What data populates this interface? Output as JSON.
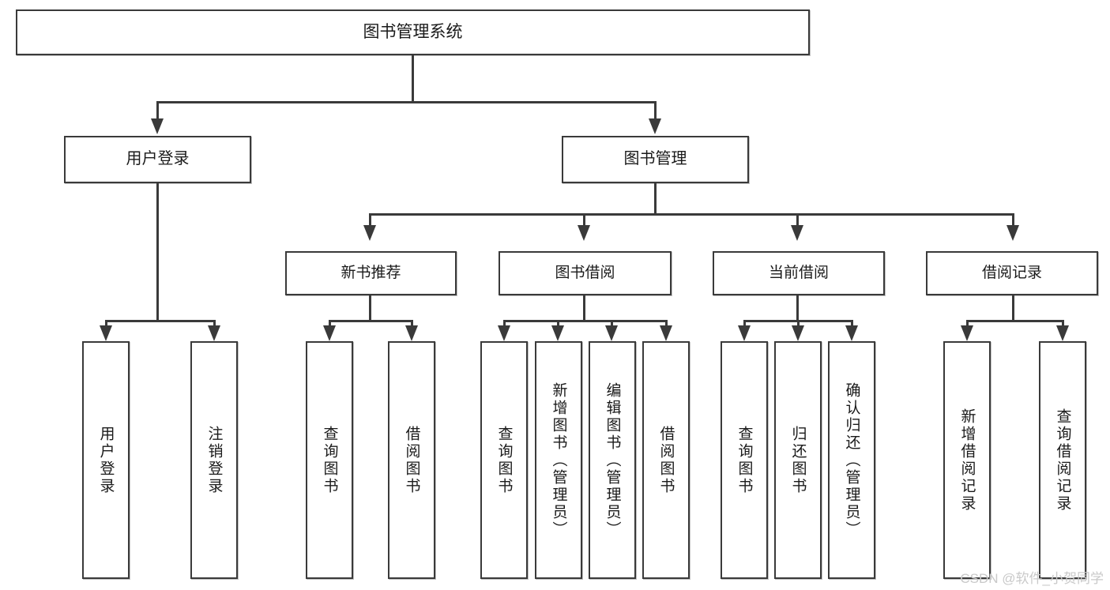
{
  "diagram": {
    "title": "图书管理系统",
    "type": "hierarchy-tree",
    "root": {
      "label": "图书管理系统"
    },
    "level1": [
      {
        "label": "用户登录"
      },
      {
        "label": "图书管理"
      }
    ],
    "level2": [
      {
        "label": "新书推荐"
      },
      {
        "label": "图书借阅"
      },
      {
        "label": "当前借阅"
      },
      {
        "label": "借阅记录"
      }
    ],
    "leaves": {
      "user_login": [
        {
          "label": "用户登录"
        },
        {
          "label": "注销登录"
        }
      ],
      "new_book_recommend": [
        {
          "label": "查询图书"
        },
        {
          "label": "借阅图书"
        }
      ],
      "book_borrow": [
        {
          "label": "查询图书"
        },
        {
          "label": "新增图书（管理员）"
        },
        {
          "label": "编辑图书（管理员）"
        },
        {
          "label": "借阅图书"
        }
      ],
      "current_borrow": [
        {
          "label": "查询图书"
        },
        {
          "label": "归还图书"
        },
        {
          "label": "确认归还（管理员）"
        }
      ],
      "borrow_record": [
        {
          "label": "新增借阅记录"
        },
        {
          "label": "查询借阅记录"
        }
      ]
    }
  },
  "watermark": {
    "text": "CSDN @软件_小贺同学"
  },
  "colors": {
    "border": "#3a3a3a",
    "text": "#1a1a1a",
    "background": "#ffffff",
    "watermark": "#c9c9c9"
  }
}
